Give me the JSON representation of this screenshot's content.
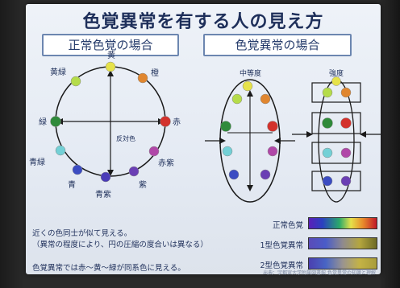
{
  "title": "色覚異常を有する人の見え方",
  "left_header": "正常色覚の場合",
  "right_header": "色覚異常の場合",
  "wheel_labels": {
    "top": "黄",
    "top_right": "橙",
    "top_left": "黄緑",
    "right": "赤",
    "left": "緑",
    "bottom_right_inner": "赤紫",
    "left_lower": "青緑",
    "bottom_left": "青",
    "bottom_center": "青紫",
    "bottom_right": "紫",
    "center": "反対色"
  },
  "middle_label": "中等度",
  "right_label": "強度",
  "notes": [
    "近くの色同士が似て見える。",
    "（異常の程度により、円の圧縮の度合いは異なる）",
    "色覚異常では赤～黄～緑が同系色に見える。"
  ],
  "bars": [
    {
      "label": "正常色覚"
    },
    {
      "label": "1型色覚異常"
    },
    {
      "label": "2型色覚異常"
    }
  ],
  "credit": "出典：宇都宮大学附属図書館 色覚異常の知識と理解",
  "colors": {
    "yellow": "#e6e24a",
    "orange": "#e0862f",
    "red": "#d3322c",
    "magenta": "#b047a8",
    "purple": "#6a3fb4",
    "blue_violet": "#4a3cb8",
    "blue": "#3b4cc2",
    "cyan": "#73d0d6",
    "green": "#2f8a3a",
    "yellowgreen": "#b5dc4a"
  }
}
